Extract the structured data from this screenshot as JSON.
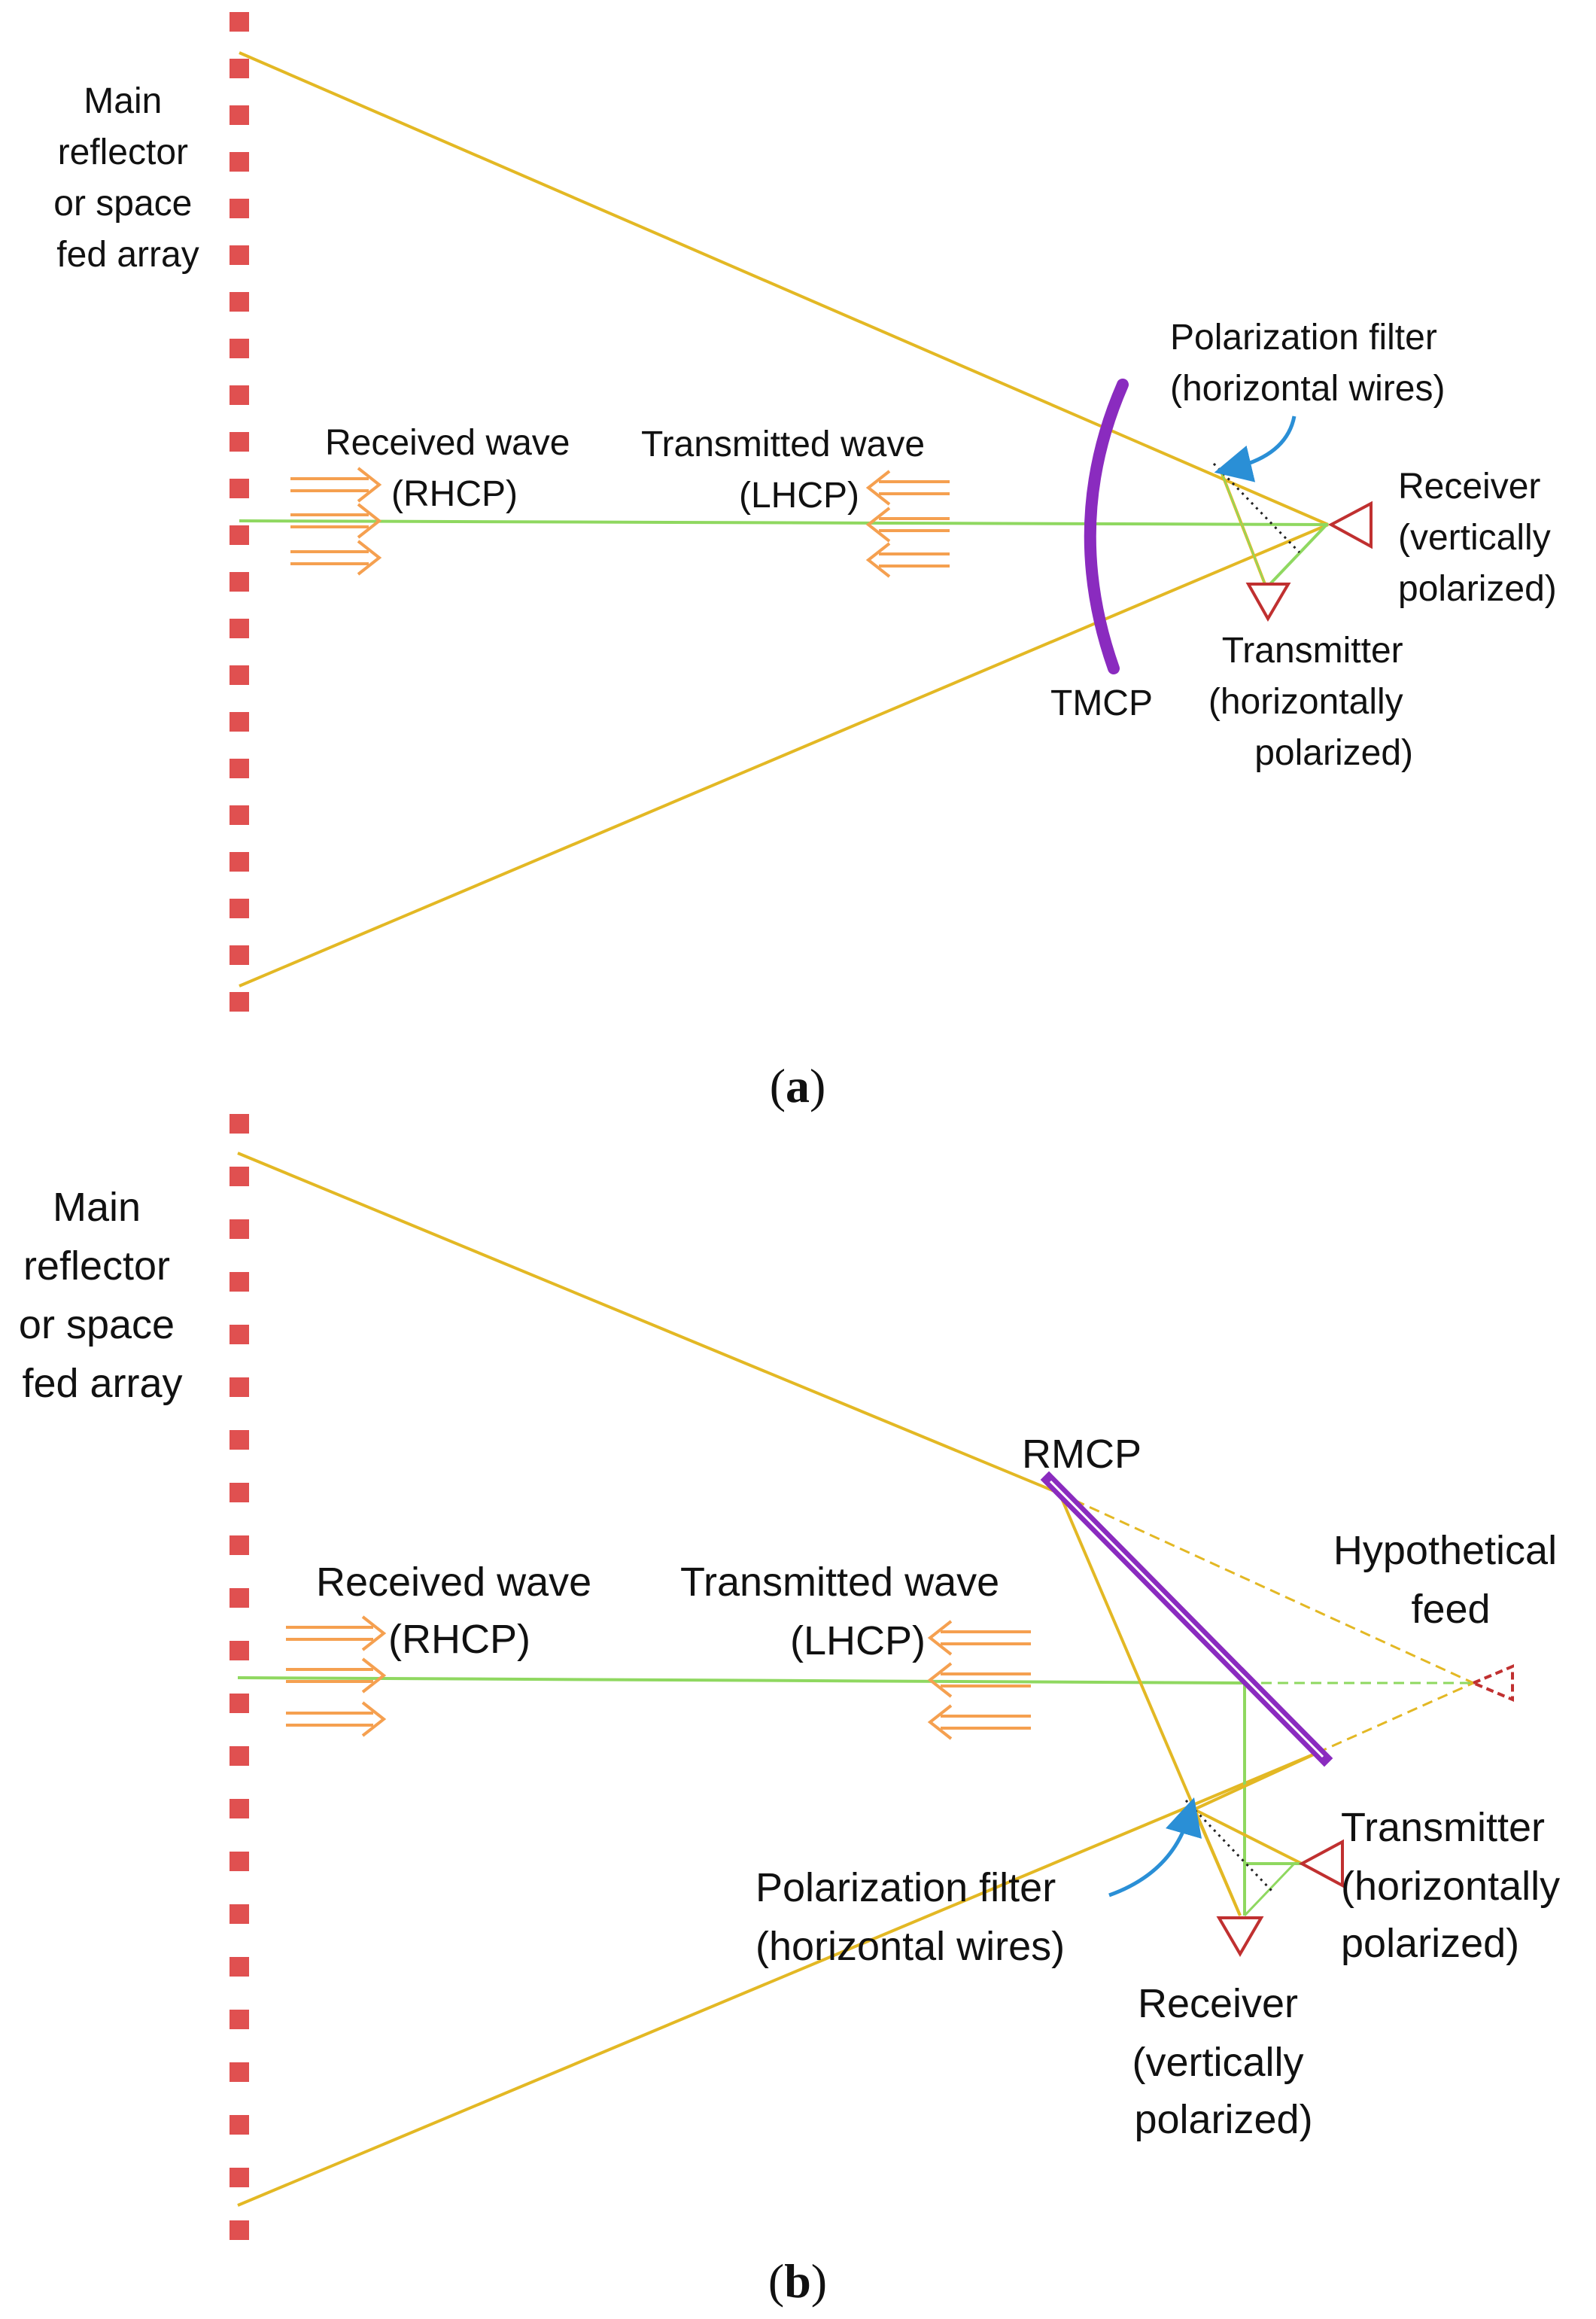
{
  "colors": {
    "reflector": "#e05050",
    "ray": "#e3b824",
    "axis": "#8fd860",
    "arrow": "#f5a050",
    "tmcp": "#8a2bbf",
    "rmcp": "#8a2bbf",
    "feed": "#c03030",
    "pointer": "#2a8fd6",
    "filter": "#222222"
  },
  "diagram_a": {
    "main_reflector_label": [
      "Main",
      "reflector",
      "or space",
      "fed array"
    ],
    "received_wave_label": [
      "Received wave",
      "(RHCP)"
    ],
    "transmitted_wave_label": [
      "Transmitted wave",
      "(LHCP)"
    ],
    "polarization_filter_label": [
      "Polarization filter",
      "(horizontal wires)"
    ],
    "receiver_label": [
      "Receiver",
      "(vertically",
      "polarized)"
    ],
    "transmitter_label": [
      "Transmitter",
      "(horizontally",
      "polarized)"
    ],
    "tmcp_label": "TMCP",
    "caption_open": "(",
    "caption_letter": "a",
    "caption_close": ")"
  },
  "diagram_b": {
    "main_reflector_label": [
      "Main",
      "reflector",
      "or space",
      "fed array"
    ],
    "rmcp_label": "RMCP",
    "hypothetical_feed_label": [
      "Hypothetical",
      "feed"
    ],
    "received_wave_label": [
      "Received wave",
      "(RHCP)"
    ],
    "transmitted_wave_label": [
      "Transmitted wave",
      "(LHCP)"
    ],
    "transmitter_label": [
      "Transmitter",
      "(horizontally",
      "polarized)"
    ],
    "polarization_filter_label": [
      "Polarization filter",
      "(horizontal wires)"
    ],
    "receiver_label": [
      "Receiver",
      "(vertically",
      "polarized)"
    ],
    "caption_open": "(",
    "caption_letter": "b",
    "caption_close": ")"
  }
}
